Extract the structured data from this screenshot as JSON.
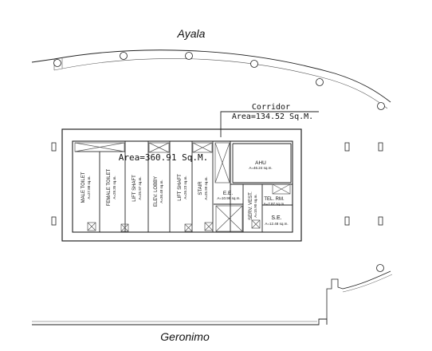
{
  "streets": {
    "north": "Ayala",
    "south": "Geronimo"
  },
  "corridor": {
    "label": "Corridor",
    "area": "Area=134.52 Sq.M."
  },
  "floor_area": "Area=360.91 Sq.M.",
  "rooms": {
    "male_toilet": {
      "name": "MALE TOILET",
      "area": "A=27.88 sq.m."
    },
    "female_toilet": {
      "name": "FEMALE TOILET",
      "area": "A=28.35 sq.m."
    },
    "lift_shaft_1": {
      "name": "LIFT SHAFT",
      "area": "A=25.97 sq.m."
    },
    "elev_lobby": {
      "name": "ELEV. LOBBY",
      "area": "A=36.48 sq.m."
    },
    "lift_shaft_2": {
      "name": "LIFT SHAFT",
      "area": "A=26.23 sq.m."
    },
    "stair": {
      "name": "STAIR",
      "area": "A=25.99 sq.m."
    },
    "ee": {
      "name": "E.E.",
      "area": "A=10.96 sq.m."
    },
    "serv_vest": {
      "name": "SERV. VEST.",
      "area": "A=15.90 sq.m."
    },
    "ahu": {
      "name": "AHU",
      "area": "A=46.24 sq.m."
    },
    "tel_rm": {
      "name": "TEL. RM.",
      "area": "A=7.87 sq.m."
    },
    "se": {
      "name": "S.E.",
      "area": "A=12.48 sq.m."
    }
  }
}
